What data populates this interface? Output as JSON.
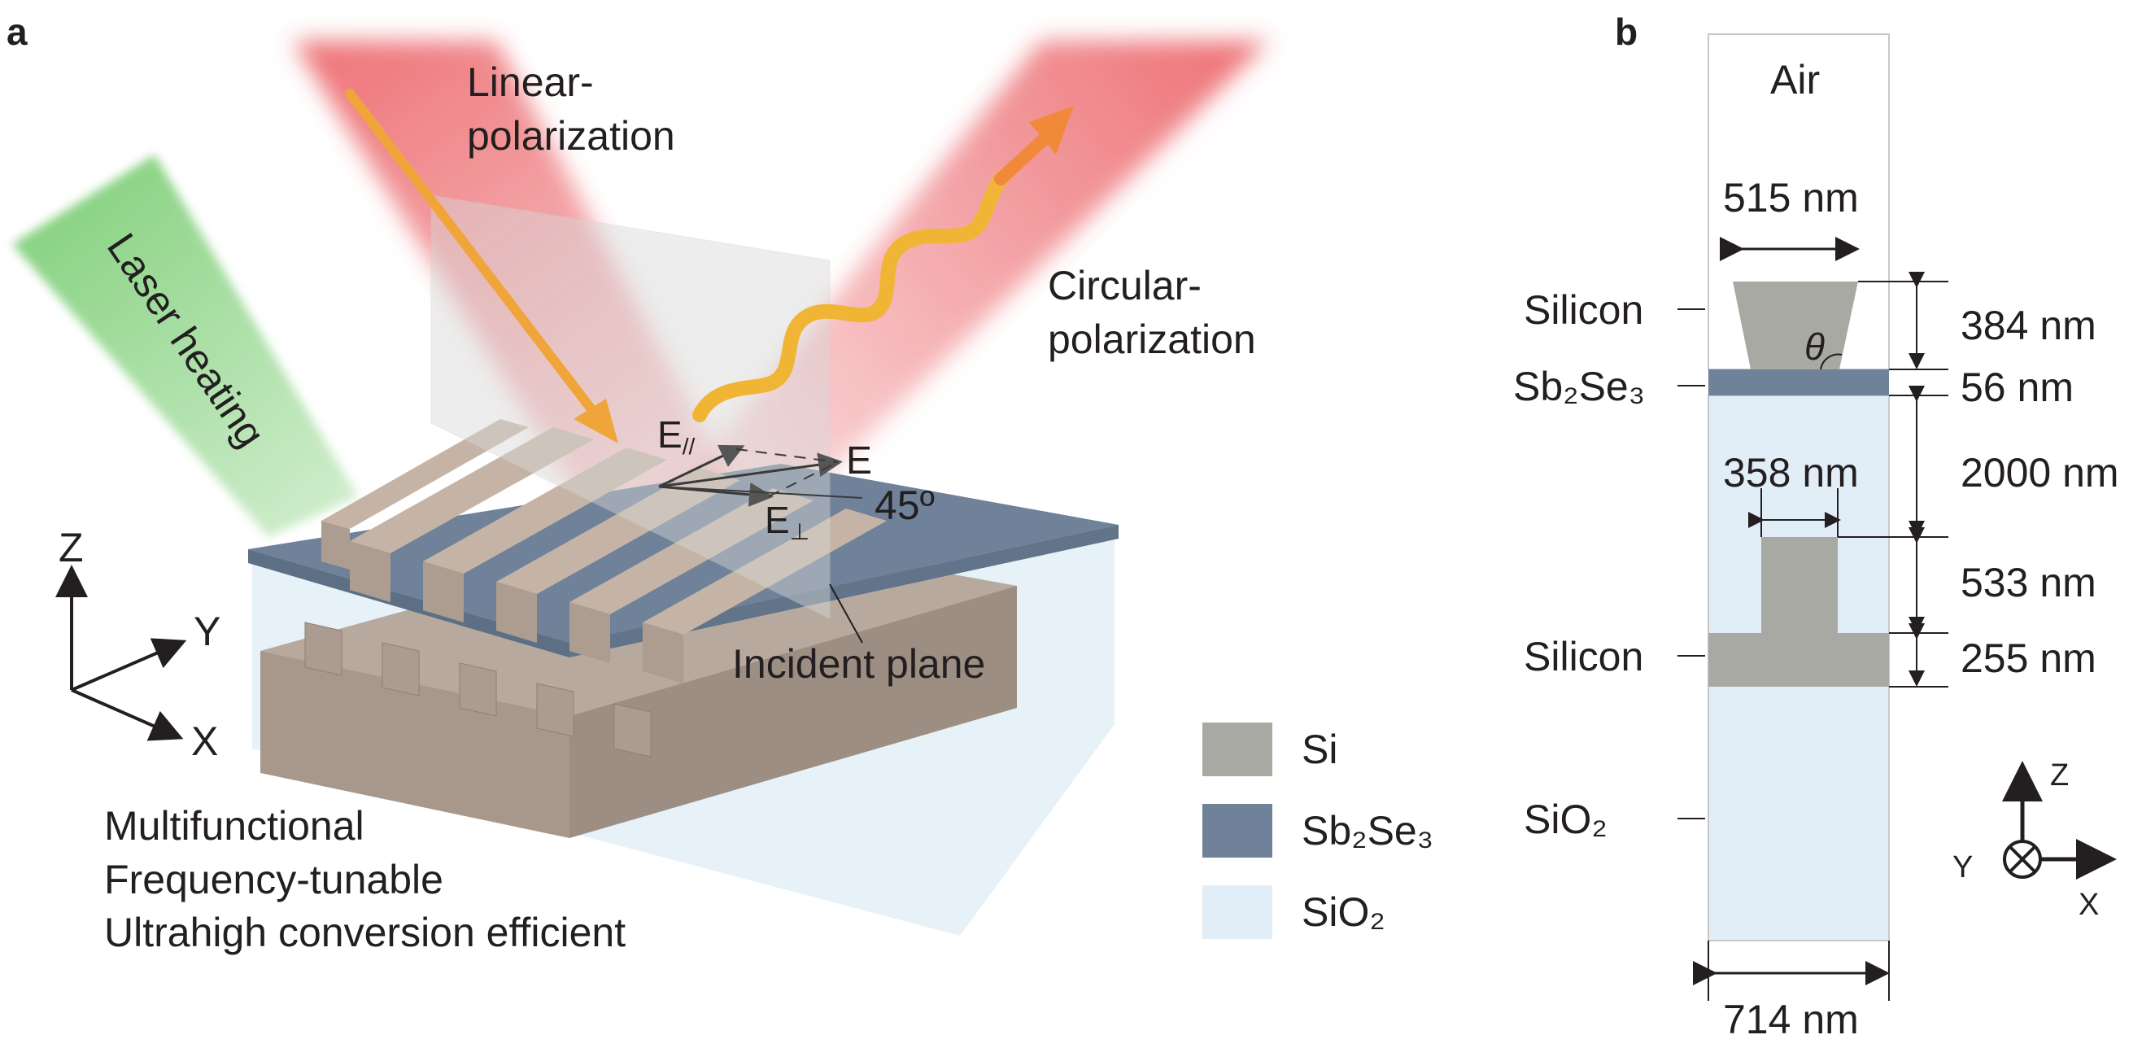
{
  "panel_a": {
    "label": "a",
    "linear": [
      "Linear-",
      "polarization"
    ],
    "circular": [
      "Circular-",
      "polarization"
    ],
    "laser": "Laser heating",
    "e_par": "E",
    "e_par_sub": "//",
    "e": "E",
    "e_perp": "E",
    "e_perp_sub": "⊥",
    "angle": "45º",
    "incident": "Incident plane",
    "axes": {
      "z": "Z",
      "y": "Y",
      "x": "X"
    },
    "features": [
      "Multifunctional",
      "Frequency-tunable",
      "Ultrahigh conversion efficient"
    ],
    "legend": [
      {
        "text": "Si",
        "color": "#a9a9a4"
      },
      {
        "text": "Sb₂Se₃",
        "color": "#6f8299"
      },
      {
        "text": "SiO₂",
        "color": "#e2eef7"
      }
    ]
  },
  "panel_b": {
    "label": "b",
    "air": "Air",
    "top_width": "515 nm",
    "theta": "θ",
    "silicon_top": "Silicon",
    "sbse": "Sb₂Se₃",
    "silicon_bottom": "Silicon",
    "sio2": "SiO₂",
    "mid_width": "358 nm",
    "bottom_width": "714 nm",
    "dims": [
      "384 nm",
      "56 nm",
      "2000 nm",
      "533 nm",
      "255 nm"
    ],
    "axes": {
      "z": "Z",
      "y": "Y",
      "x": "X"
    }
  },
  "colors": {
    "si": "#a9a9a4",
    "sbse": "#6f8299",
    "sio2": "#e2eef7",
    "laser": "#7fcf78",
    "beam": "#e8484e",
    "arrow": "#f0a53a"
  }
}
